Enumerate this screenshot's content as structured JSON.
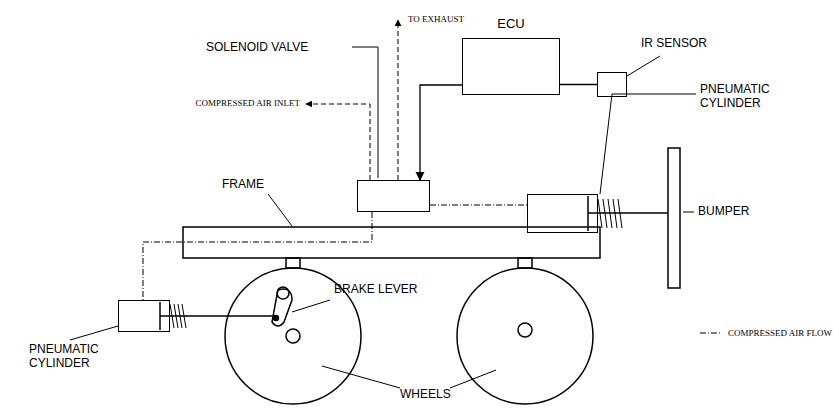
{
  "diagram": {
    "nodes": [
      {
        "text": [
          "ECU"
        ]
      },
      {
        "text": [
          "IR SENSOR"
        ]
      },
      {
        "text": [
          "SOLENOID VALVE"
        ]
      },
      {
        "text": [
          "PNEUMATIC CYLINDER"
        ]
      },
      {
        "text": [
          "PNEUMATIC CYLINDER"
        ]
      }
    ],
    "edges": [
      {
        "from": 1,
        "to": 0,
        "arrow": "none"
      },
      {
        "from": 0,
        "to": 2,
        "arrow": "to"
      },
      {
        "from": 2,
        "to": 3,
        "arrow": "none"
      },
      {
        "from": 2,
        "to": 4,
        "arrow": "none"
      }
    ],
    "labels": [
      "TO EXHAUST",
      "COMPRESSED AIR INLET",
      "FRAME",
      "BUMPER",
      "BRAKE LEVER",
      "WHEELS"
    ],
    "legend": [
      {
        "text": "COMPRESSED AIR FLOW"
      }
    ]
  }
}
